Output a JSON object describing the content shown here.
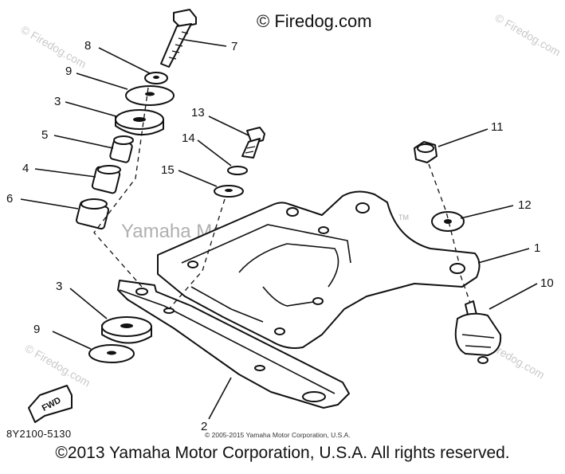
{
  "watermark": {
    "top": "© Firedog.com",
    "center": "Yamaha Motor Corp. U.S.A.",
    "center_tm": "TM",
    "faint": "© Firedog.com"
  },
  "diagram": {
    "plate_code": "8Y2100-5130",
    "fwd_label": "FWD",
    "tiny_copyright": "© 2005-2015 Yamaha Motor Corporation, U.S.A."
  },
  "callouts": {
    "c1": "1",
    "c2": "2",
    "c3a": "3",
    "c3b": "3",
    "c4": "4",
    "c5": "5",
    "c6": "6",
    "c7": "7",
    "c8": "8",
    "c9a": "9",
    "c9b": "9",
    "c10": "10",
    "c11": "11",
    "c12": "12",
    "c13": "13",
    "c14": "14",
    "c15": "15"
  },
  "footer": {
    "copyright": "©2013 Yamaha Motor Corporation, U.S.A. All rights reserved."
  }
}
